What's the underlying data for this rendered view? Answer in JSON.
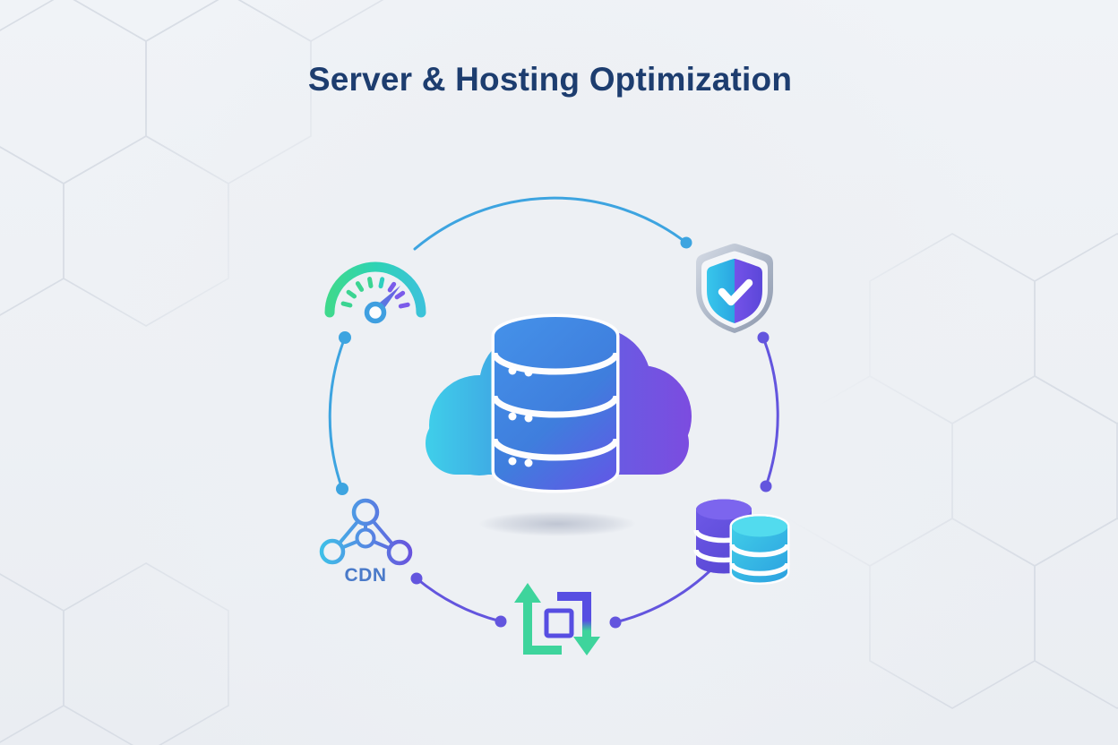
{
  "title": "Server & Hosting Optimization",
  "diagram": {
    "center": {
      "icon": "cloud-server-stack"
    },
    "satellites": [
      {
        "icon": "speedometer",
        "position": "top-left"
      },
      {
        "icon": "shield-check",
        "position": "top-right"
      },
      {
        "icon": "database-stack",
        "position": "right"
      },
      {
        "icon": "sync-arrows",
        "position": "bottom"
      },
      {
        "icon": "cdn-network",
        "position": "left",
        "label": "CDN"
      }
    ],
    "cdn_label": "CDN"
  },
  "colors": {
    "background": "#edf0f4",
    "hexagon_line": "#d8dde5",
    "title_text": "#1d3d6f",
    "arc_cyan": "#3da4e0",
    "arc_purple": "#6355de",
    "accent_green": "#3ed49c",
    "accent_cyan": "#35c3e8",
    "accent_purple": "#6a52e0",
    "accent_blue": "#3f87e0"
  }
}
